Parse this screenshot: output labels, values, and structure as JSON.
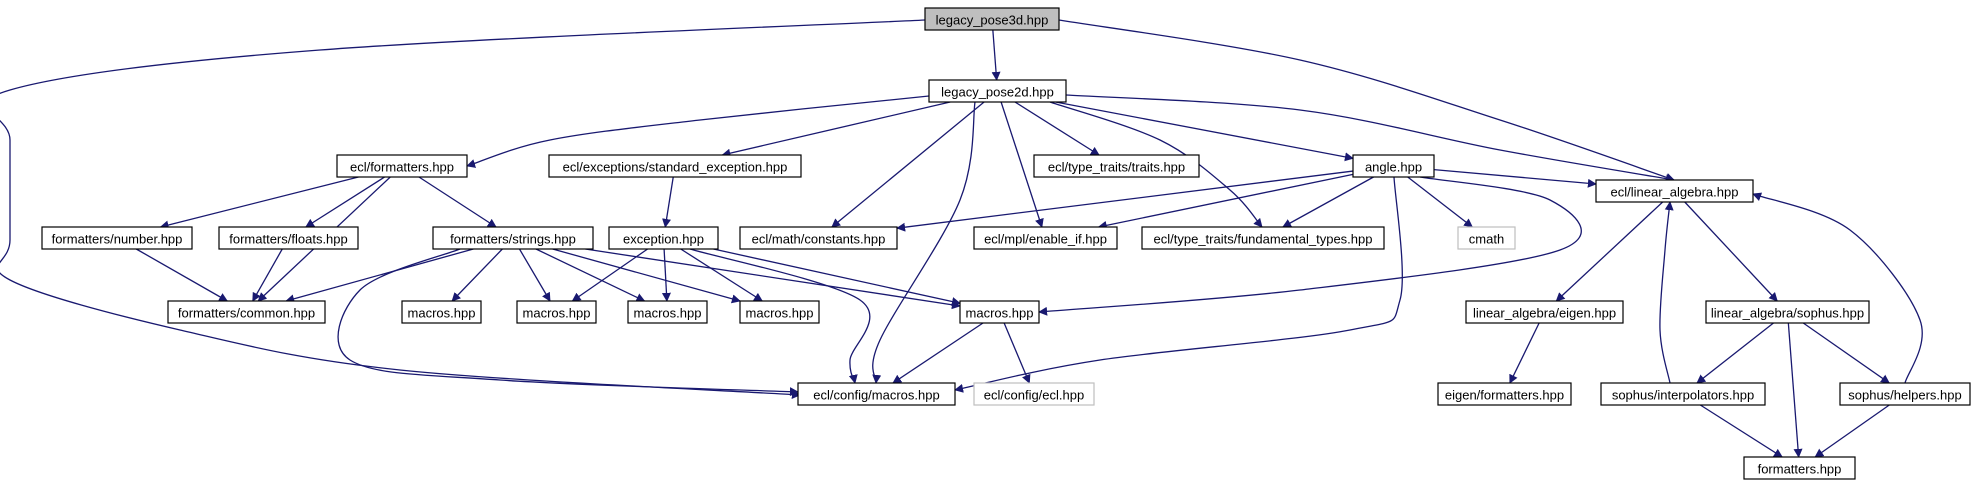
{
  "diagram": {
    "nodes": [
      {
        "id": "legacy_pose3d",
        "label": "legacy_pose3d.hpp",
        "style": "root"
      },
      {
        "id": "legacy_pose2d",
        "label": "legacy_pose2d.hpp",
        "style": "normal"
      },
      {
        "id": "ecl_formatters",
        "label": "ecl/formatters.hpp",
        "style": "normal"
      },
      {
        "id": "ecl_std_exception",
        "label": "ecl/exceptions/standard_exception.hpp",
        "style": "normal"
      },
      {
        "id": "ecl_type_traits",
        "label": "ecl/type_traits/traits.hpp",
        "style": "normal"
      },
      {
        "id": "angle",
        "label": "angle.hpp",
        "style": "normal"
      },
      {
        "id": "fmt_number",
        "label": "formatters/number.hpp",
        "style": "normal"
      },
      {
        "id": "fmt_floats",
        "label": "formatters/floats.hpp",
        "style": "normal"
      },
      {
        "id": "fmt_strings",
        "label": "formatters/strings.hpp",
        "style": "normal"
      },
      {
        "id": "exception",
        "label": "exception.hpp",
        "style": "normal"
      },
      {
        "id": "ecl_math_constants",
        "label": "ecl/math/constants.hpp",
        "style": "normal"
      },
      {
        "id": "ecl_mpl_enable_if",
        "label": "ecl/mpl/enable_if.hpp",
        "style": "normal"
      },
      {
        "id": "ecl_fundamental",
        "label": "ecl/type_traits/fundamental_types.hpp",
        "style": "normal"
      },
      {
        "id": "cmath",
        "label": "cmath",
        "style": "missing"
      },
      {
        "id": "ecl_linear_algebra",
        "label": "ecl/linear_algebra.hpp",
        "style": "normal"
      },
      {
        "id": "fmt_common",
        "label": "formatters/common.hpp",
        "style": "normal"
      },
      {
        "id": "macros_a",
        "label": "macros.hpp",
        "style": "normal"
      },
      {
        "id": "macros_b",
        "label": "macros.hpp",
        "style": "normal"
      },
      {
        "id": "macros_c",
        "label": "macros.hpp",
        "style": "normal"
      },
      {
        "id": "macros_d",
        "label": "macros.hpp",
        "style": "normal"
      },
      {
        "id": "macros_e",
        "label": "macros.hpp",
        "style": "normal"
      },
      {
        "id": "la_eigen",
        "label": "linear_algebra/eigen.hpp",
        "style": "normal"
      },
      {
        "id": "la_sophus",
        "label": "linear_algebra/sophus.hpp",
        "style": "normal"
      },
      {
        "id": "ecl_config_macros",
        "label": "ecl/config/macros.hpp",
        "style": "normal"
      },
      {
        "id": "ecl_config_ecl",
        "label": "ecl/config/ecl.hpp",
        "style": "missing"
      },
      {
        "id": "eigen_formatters",
        "label": "eigen/formatters.hpp",
        "style": "normal"
      },
      {
        "id": "sophus_interp",
        "label": "sophus/interpolators.hpp",
        "style": "normal"
      },
      {
        "id": "sophus_helpers",
        "label": "sophus/helpers.hpp",
        "style": "normal"
      },
      {
        "id": "formatters",
        "label": "formatters.hpp",
        "style": "normal"
      }
    ],
    "edges": [
      {
        "from": "legacy_pose3d",
        "to": "legacy_pose2d"
      },
      {
        "from": "legacy_pose3d",
        "to": "ecl_config_macros"
      },
      {
        "from": "legacy_pose3d",
        "to": "ecl_linear_algebra"
      },
      {
        "from": "legacy_pose2d",
        "to": "ecl_formatters"
      },
      {
        "from": "legacy_pose2d",
        "to": "ecl_std_exception"
      },
      {
        "from": "legacy_pose2d",
        "to": "ecl_type_traits"
      },
      {
        "from": "legacy_pose2d",
        "to": "angle"
      },
      {
        "from": "legacy_pose2d",
        "to": "ecl_math_constants"
      },
      {
        "from": "legacy_pose2d",
        "to": "ecl_mpl_enable_if"
      },
      {
        "from": "legacy_pose2d",
        "to": "ecl_fundamental"
      },
      {
        "from": "legacy_pose2d",
        "to": "ecl_linear_algebra"
      },
      {
        "from": "legacy_pose2d",
        "to": "ecl_config_macros"
      },
      {
        "from": "ecl_formatters",
        "to": "fmt_number"
      },
      {
        "from": "ecl_formatters",
        "to": "fmt_floats"
      },
      {
        "from": "ecl_formatters",
        "to": "fmt_strings"
      },
      {
        "from": "ecl_formatters",
        "to": "fmt_common"
      },
      {
        "from": "ecl_std_exception",
        "to": "exception"
      },
      {
        "from": "angle",
        "to": "ecl_math_constants"
      },
      {
        "from": "angle",
        "to": "ecl_mpl_enable_if"
      },
      {
        "from": "angle",
        "to": "ecl_fundamental"
      },
      {
        "from": "angle",
        "to": "cmath"
      },
      {
        "from": "angle",
        "to": "ecl_linear_algebra"
      },
      {
        "from": "angle",
        "to": "macros_e"
      },
      {
        "from": "angle",
        "to": "ecl_config_macros"
      },
      {
        "from": "fmt_number",
        "to": "fmt_common"
      },
      {
        "from": "fmt_floats",
        "to": "fmt_common"
      },
      {
        "from": "fmt_strings",
        "to": "fmt_common"
      },
      {
        "from": "fmt_strings",
        "to": "macros_a"
      },
      {
        "from": "fmt_strings",
        "to": "macros_b"
      },
      {
        "from": "fmt_strings",
        "to": "macros_c"
      },
      {
        "from": "fmt_strings",
        "to": "macros_d"
      },
      {
        "from": "fmt_strings",
        "to": "macros_e"
      },
      {
        "from": "fmt_strings",
        "to": "ecl_config_macros"
      },
      {
        "from": "exception",
        "to": "macros_b"
      },
      {
        "from": "exception",
        "to": "macros_c"
      },
      {
        "from": "exception",
        "to": "macros_d"
      },
      {
        "from": "exception",
        "to": "macros_e"
      },
      {
        "from": "exception",
        "to": "ecl_config_macros"
      },
      {
        "from": "macros_e",
        "to": "ecl_config_macros"
      },
      {
        "from": "macros_e",
        "to": "ecl_config_ecl"
      },
      {
        "from": "ecl_linear_algebra",
        "to": "la_eigen"
      },
      {
        "from": "ecl_linear_algebra",
        "to": "la_sophus"
      },
      {
        "from": "la_eigen",
        "to": "eigen_formatters"
      },
      {
        "from": "la_sophus",
        "to": "sophus_interp"
      },
      {
        "from": "la_sophus",
        "to": "sophus_helpers"
      },
      {
        "from": "la_sophus",
        "to": "formatters"
      },
      {
        "from": "sophus_interp",
        "to": "ecl_linear_algebra"
      },
      {
        "from": "sophus_interp",
        "to": "formatters"
      },
      {
        "from": "sophus_helpers",
        "to": "ecl_linear_algebra"
      },
      {
        "from": "sophus_helpers",
        "to": "formatters"
      }
    ]
  },
  "colors": {
    "edge": "#191970",
    "root_fill": "#bfbfbf",
    "missing_border": "#bfbfbf",
    "node_border": "#000000"
  }
}
